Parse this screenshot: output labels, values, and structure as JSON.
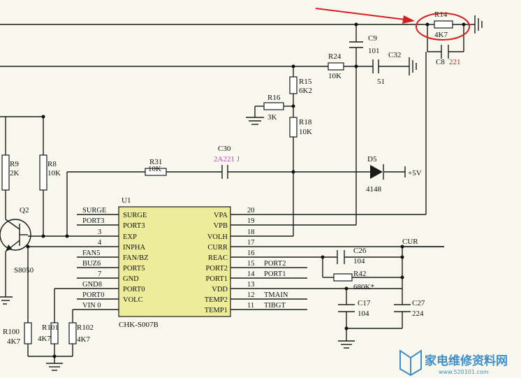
{
  "ic": {
    "ref": "U1",
    "part": "CHK-S007B",
    "left_pins": [
      "SURGE",
      "PORT3",
      "EXP",
      "INPHA",
      "FAN/BZ",
      "PORT5",
      "GND",
      "PORT0",
      "VOLC"
    ],
    "right_pins": [
      "VPA",
      "VPB",
      "VOLH",
      "CURR",
      "REAC",
      "PORT2",
      "PORT1",
      "VDD",
      "TEMP2",
      "TEMP1"
    ],
    "left_numbers": [
      "3",
      "4",
      "7"
    ],
    "right_numbers": [
      "20",
      "19",
      "18",
      "17",
      "16",
      "15",
      "14",
      "13",
      "12",
      "11"
    ],
    "left_nets": [
      "SURGE",
      "PORT3",
      "FAN5",
      "BUZ6",
      "GND8",
      "PORT0",
      "VIN 0"
    ],
    "right_nets": [
      "PORT2",
      "PORT1",
      "TMAIN",
      "TIBGT"
    ]
  },
  "parts": {
    "r14": {
      "ref": "R14",
      "value": "4K7"
    },
    "c9": {
      "ref": "C9",
      "value": "101"
    },
    "r24": {
      "ref": "R24",
      "value": "10K"
    },
    "c32": {
      "ref": "C32",
      "value": "51"
    },
    "c8": {
      "ref": "C8",
      "value": "221"
    },
    "r15": {
      "ref": "R15",
      "value": "6K2"
    },
    "r16": {
      "ref": "R16",
      "value": "3K"
    },
    "r18": {
      "ref": "R18",
      "value": "10K"
    },
    "r9": {
      "ref": "R9",
      "value": "2K"
    },
    "r8": {
      "ref": "R8",
      "value": "10K"
    },
    "r31": {
      "ref": "R31",
      "value": "10K"
    },
    "c30": {
      "ref": "C30",
      "value": "2A221 J"
    },
    "d5": {
      "ref": "D5",
      "value": "4148"
    },
    "q2": {
      "ref": "Q2",
      "value": "S8050"
    },
    "c26": {
      "ref": "C26",
      "value": "104"
    },
    "r42": {
      "ref": "R42",
      "value": "680K*"
    },
    "c17": {
      "ref": "C17",
      "value": "104"
    },
    "c27": {
      "ref": "C27",
      "value": "224"
    },
    "r100": {
      "ref": "R100",
      "value": "4K7"
    },
    "r101": {
      "ref": "R101",
      "value": "4K7"
    },
    "r102": {
      "ref": "R102",
      "value": "4K7"
    }
  },
  "nets": {
    "supply": "+5V",
    "cur": "CUR"
  },
  "watermark": {
    "text": "家电维修资料网",
    "url": "www.520101.com"
  },
  "colors": {
    "highlight": "#d42020",
    "value_red": "#b02020",
    "value_magenta": "#c040c0",
    "chip_fill": "#ecec9a",
    "watermark": "#3d8ec9"
  }
}
